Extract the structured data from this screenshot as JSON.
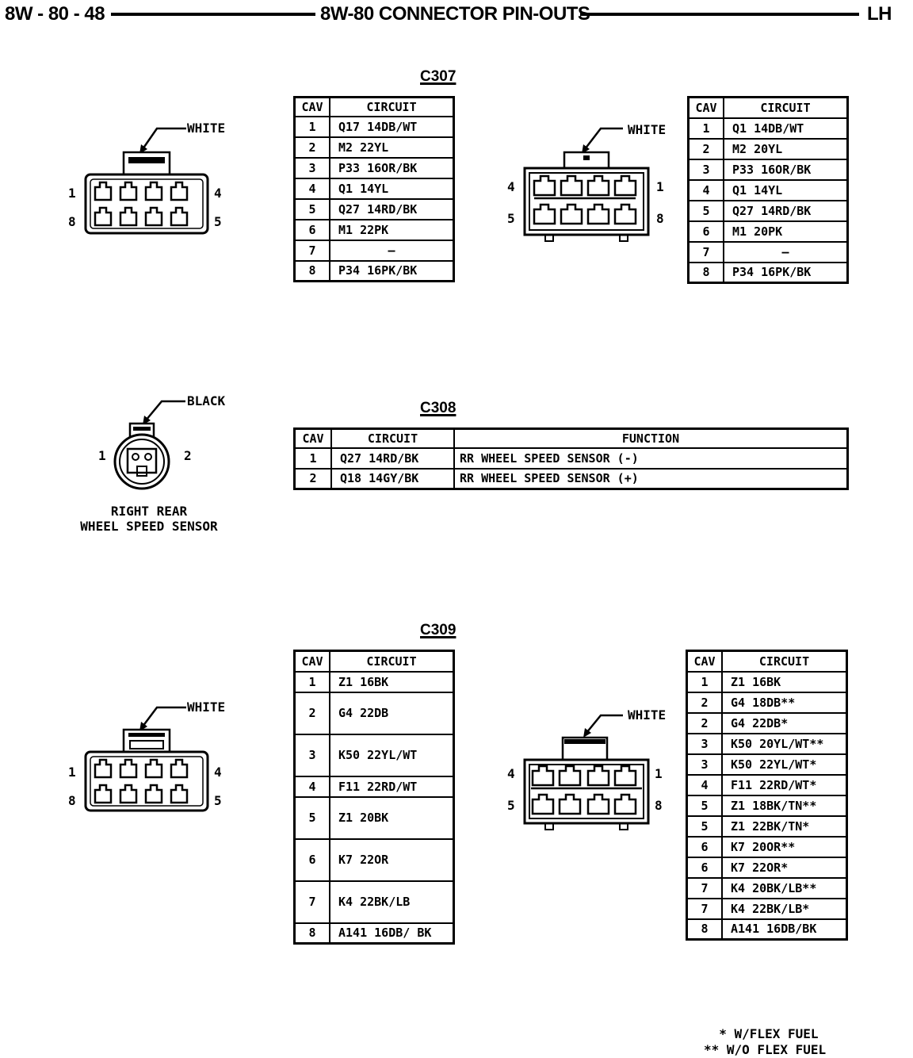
{
  "header": {
    "page_number": "8W - 80 - 48",
    "title": "8W-80 CONNECTOR PIN-OUTS",
    "side": "LH"
  },
  "c307": {
    "title": "C307",
    "connector_color_label": "WHITE",
    "pins_left": {
      "p1": "1",
      "p4": "4",
      "p8": "8",
      "p5": "5"
    },
    "pins_right": {
      "p4": "4",
      "p1": "1",
      "p5": "5",
      "p8": "8"
    },
    "table_left": {
      "headers": [
        "CAV",
        "CIRCUIT"
      ],
      "rows": [
        [
          "1",
          "Q17 14DB/WT"
        ],
        [
          "2",
          "M2 22YL"
        ],
        [
          "3",
          "P33 16OR/BK"
        ],
        [
          "4",
          "Q1 14YL"
        ],
        [
          "5",
          "Q27 14RD/BK"
        ],
        [
          "6",
          "M1 22PK"
        ],
        [
          "7",
          "–"
        ],
        [
          "8",
          "P34 16PK/BK"
        ]
      ]
    },
    "table_right": {
      "headers": [
        "CAV",
        "CIRCUIT"
      ],
      "rows": [
        [
          "1",
          "Q1 14DB/WT"
        ],
        [
          "2",
          "M2 20YL"
        ],
        [
          "3",
          "P33 16OR/BK"
        ],
        [
          "4",
          "Q1 14YL"
        ],
        [
          "5",
          "Q27 14RD/BK"
        ],
        [
          "6",
          "M1 20PK"
        ],
        [
          "7",
          "–"
        ],
        [
          "8",
          "P34 16PK/BK"
        ]
      ]
    }
  },
  "c308": {
    "title": "C308",
    "connector_color_label": "BLACK",
    "pin_1": "1",
    "pin_2": "2",
    "sensor_label_line1": "RIGHT REAR",
    "sensor_label_line2": "WHEEL SPEED SENSOR",
    "table": {
      "headers": [
        "CAV",
        "CIRCUIT",
        "FUNCTION"
      ],
      "rows": [
        [
          "1",
          "Q27 14RD/BK",
          "RR WHEEL SPEED SENSOR (-)"
        ],
        [
          "2",
          "Q18 14GY/BK",
          "RR WHEEL SPEED SENSOR (+)"
        ]
      ]
    }
  },
  "c309": {
    "title": "C309",
    "connector_color_label": "WHITE",
    "pins_left": {
      "p1": "1",
      "p4": "4",
      "p8": "8",
      "p5": "5"
    },
    "pins_right": {
      "p4": "4",
      "p1": "1",
      "p5": "5",
      "p8": "8"
    },
    "table_left": {
      "headers": [
        "CAV",
        "CIRCUIT"
      ],
      "rows": [
        [
          "1",
          "Z1 16BK"
        ],
        [
          "2",
          "G4 22DB"
        ],
        [
          "3",
          "K50 22YL/WT"
        ],
        [
          "4",
          "F11 22RD/WT"
        ],
        [
          "5",
          "Z1 20BK"
        ],
        [
          "6",
          "K7 22OR"
        ],
        [
          "7",
          "K4 22BK/LB"
        ],
        [
          "8",
          "A141 16DB/ BK"
        ]
      ]
    },
    "table_right": {
      "headers": [
        "CAV",
        "CIRCUIT"
      ],
      "rows": [
        [
          "1",
          "Z1 16BK"
        ],
        [
          "2",
          "G4 18DB**"
        ],
        [
          "2",
          "G4 22DB*"
        ],
        [
          "3",
          "K50 20YL/WT**"
        ],
        [
          "3",
          "K50 22YL/WT*"
        ],
        [
          "4",
          "F11 22RD/WT*"
        ],
        [
          "5",
          "Z1 18BK/TN**"
        ],
        [
          "5",
          "Z1 22BK/TN*"
        ],
        [
          "6",
          "K7 20OR**"
        ],
        [
          "6",
          "K7 22OR*"
        ],
        [
          "7",
          "K4 20BK/LB**"
        ],
        [
          "7",
          "K4 22BK/LB*"
        ],
        [
          "8",
          "A141 16DB/BK"
        ]
      ]
    }
  },
  "footnotes": {
    "single": "  * W/FLEX FUEL",
    "double": "** W/O FLEX FUEL"
  }
}
